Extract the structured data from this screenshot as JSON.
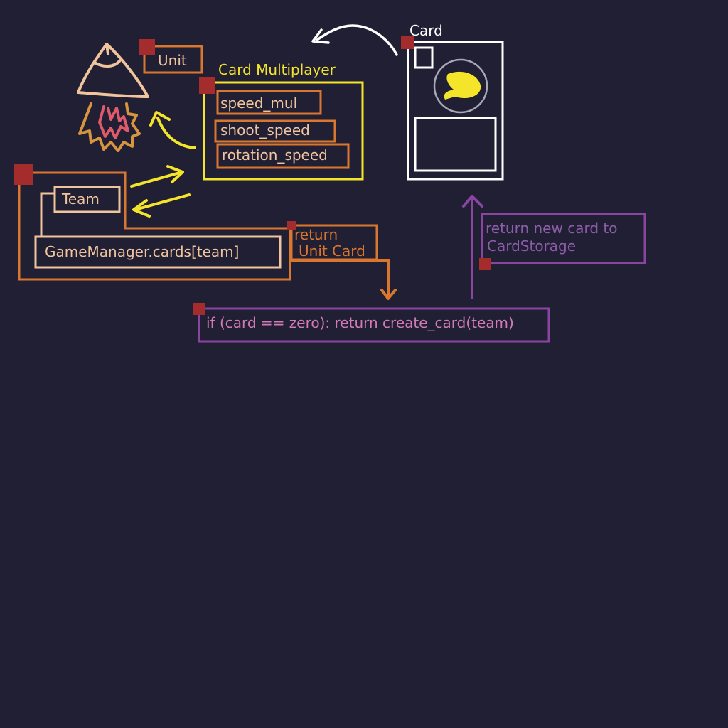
{
  "colors": {
    "background": "#211f34",
    "handle": "#a52c2c",
    "orange": "#d9772e",
    "peach": "#f0c49c",
    "yellow": "#f5e52a",
    "white": "#ffffff",
    "purple": "#8a45a0",
    "purple_text": "#8c5ca8",
    "pink_text": "#d17ab8",
    "flame_pink": "#df5a6a",
    "circle_gray": "#a8a8b8"
  },
  "unit": {
    "label": "Unit",
    "icon": "unit-ship-icon"
  },
  "card_multiplayer": {
    "title": "Card Multiplayer",
    "fields": [
      "speed_mul",
      "shoot_speed",
      "rotation_speed"
    ]
  },
  "card": {
    "title": "Card"
  },
  "team_block": {
    "team_label": "Team",
    "lookup_label": "GameManager.cards[team]"
  },
  "return_unit_card": {
    "line1": "return",
    "line2": "Unit Card"
  },
  "zero_check": {
    "text": "if (card == zero): return create_card(team)"
  },
  "return_new_card": {
    "line1": "return new card to",
    "line2": "CardStorage"
  }
}
